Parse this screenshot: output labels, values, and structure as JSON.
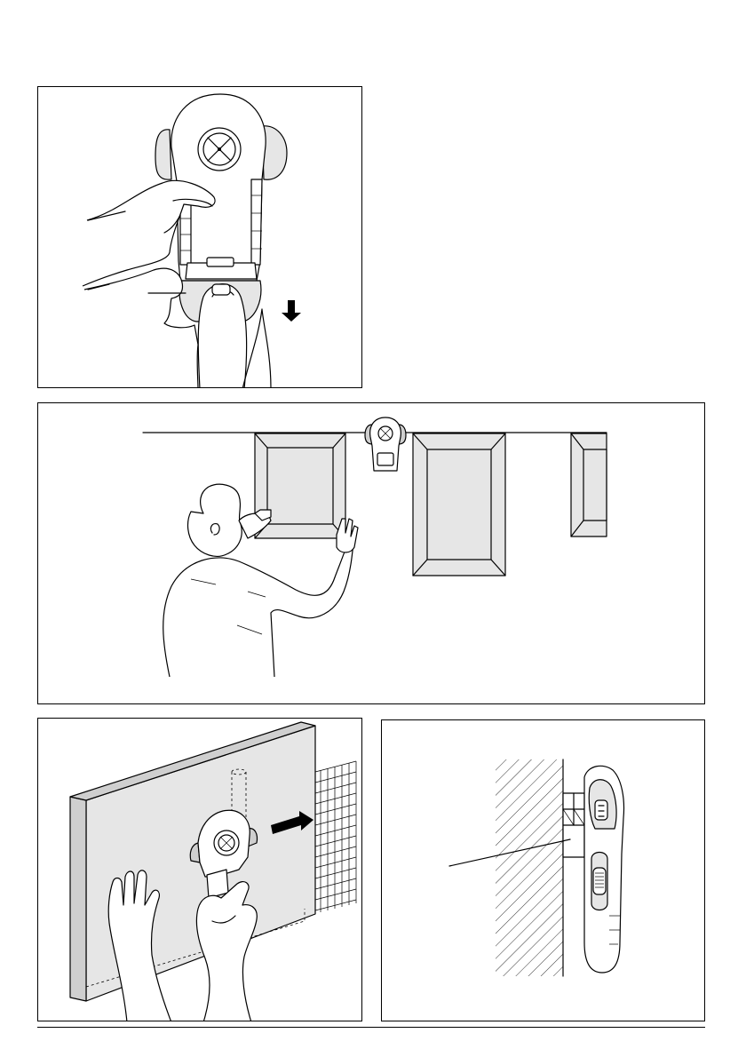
{
  "page": {
    "figures": [
      {
        "id": "a",
        "name": "battery-removal-illustration"
      },
      {
        "id": "b",
        "name": "picture-hanging-illustration"
      },
      {
        "id": "c",
        "name": "wall-scan-illustration"
      },
      {
        "id": "d",
        "name": "side-view-illustration"
      }
    ]
  },
  "colors": {
    "line": "#000000",
    "fill_grey": "#e6e6e6",
    "fill_dark": "#cfcfcf",
    "background": "#ffffff"
  },
  "icons": {
    "arrow_down": "arrow-down-icon",
    "arrow_right": "arrow-right-icon"
  }
}
